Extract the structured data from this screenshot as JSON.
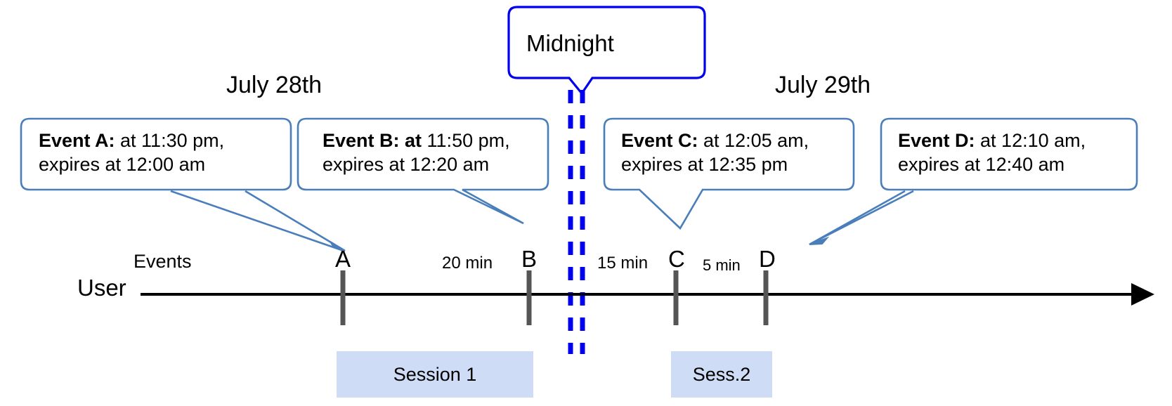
{
  "diagram": {
    "title_callout": {
      "label": "Midnight",
      "border_color": "#0000ee"
    },
    "dates": [
      {
        "label": "July 28th"
      },
      {
        "label": "July 29th"
      }
    ],
    "row_labels": {
      "events": "Events",
      "user": "User"
    },
    "callouts": [
      {
        "name": "event-a",
        "bold": "Event A:",
        "rest_line1": " at 11:30 pm,",
        "line2": "expires at 12:00 am"
      },
      {
        "name": "event-b",
        "bold": "Event B: at",
        "rest_line1": " 11:50 pm,",
        "line2": "expires at 12:20 am"
      },
      {
        "name": "event-c",
        "bold": "Event C:",
        "rest_line1": " at 12:05 am,",
        "line2": "expires at 12:35 pm"
      },
      {
        "name": "event-d",
        "bold": "Event D:",
        "rest_line1": "  at 12:10 am,",
        "line2": "expires at 12:40 am"
      }
    ],
    "events": [
      {
        "letter": "A"
      },
      {
        "letter": "B"
      },
      {
        "letter": "C"
      },
      {
        "letter": "D"
      }
    ],
    "intervals": [
      {
        "label": "20 min"
      },
      {
        "label": "15 min"
      },
      {
        "label": "5 min"
      }
    ],
    "sessions": [
      {
        "label": "Session 1"
      },
      {
        "label": "Sess.2"
      }
    ],
    "colors": {
      "callout_border": "#4a7ebb",
      "midnight_blue": "#0000ee",
      "session_fill": "#cfdcf5",
      "tick": "#555555",
      "axis": "#000000"
    }
  }
}
